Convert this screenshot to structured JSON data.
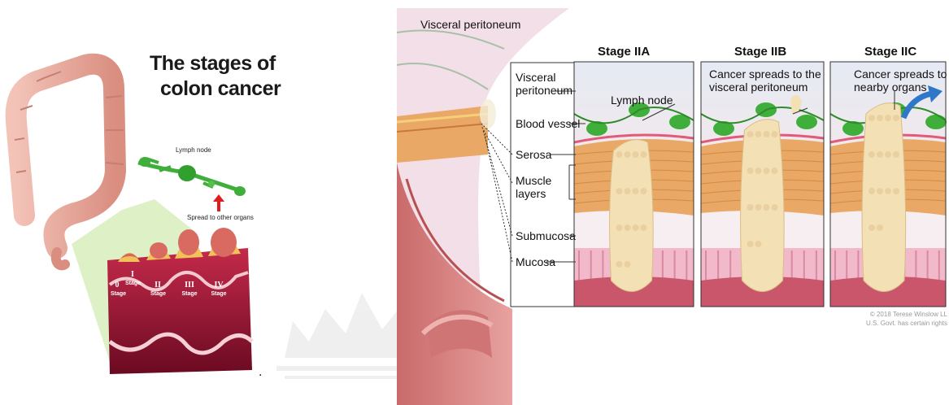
{
  "left_figure": {
    "title_line1": "The stages of",
    "title_line2": "colon cancer",
    "lymph_node_label": "Lymph node",
    "spread_label": "Spread to other organs",
    "stages": [
      {
        "numeral": "0",
        "word": "Stage"
      },
      {
        "numeral": "I",
        "word": "Stage"
      },
      {
        "numeral": "II",
        "word": "Stage"
      },
      {
        "numeral": "III",
        "word": "Stage"
      },
      {
        "numeral": "IV",
        "word": "Stage"
      }
    ],
    "dot": "."
  },
  "right_figure": {
    "top_label": "Visceral peritoneum",
    "panel_headers": [
      "Stage IIA",
      "Stage IIB",
      "Stage IIC"
    ],
    "layer_labels": {
      "visceral_line1": "Visceral",
      "visceral_line2": "peritoneum",
      "blood_vessel": "Blood vessel",
      "serosa": "Serosa",
      "muscle_line1": "Muscle",
      "muscle_line2": "layers",
      "submucosa": "Submucosa",
      "mucosa": "Mucosa"
    },
    "panel_a_label": "Lymph node",
    "panel_b_line1": "Cancer spreads to the",
    "panel_b_line2": "visceral peritoneum",
    "panel_c_line1": "Cancer spreads to",
    "panel_c_line2": "nearby organs",
    "copyright_line1": "© 2018 Terese Winslow LL",
    "copyright_line2": "U.S. Govt. has certain rights"
  },
  "colors": {
    "colon": "#e8a598",
    "tumor_tissue": "#a8123a",
    "lymph_green": "#3fae3a",
    "arrow_red": "#e21b1b",
    "muscle": "#e9a866",
    "mucosa": "#f1b9c9",
    "tumor_mass": "#f3e0b5",
    "arrow_blue": "#2f78c9"
  }
}
